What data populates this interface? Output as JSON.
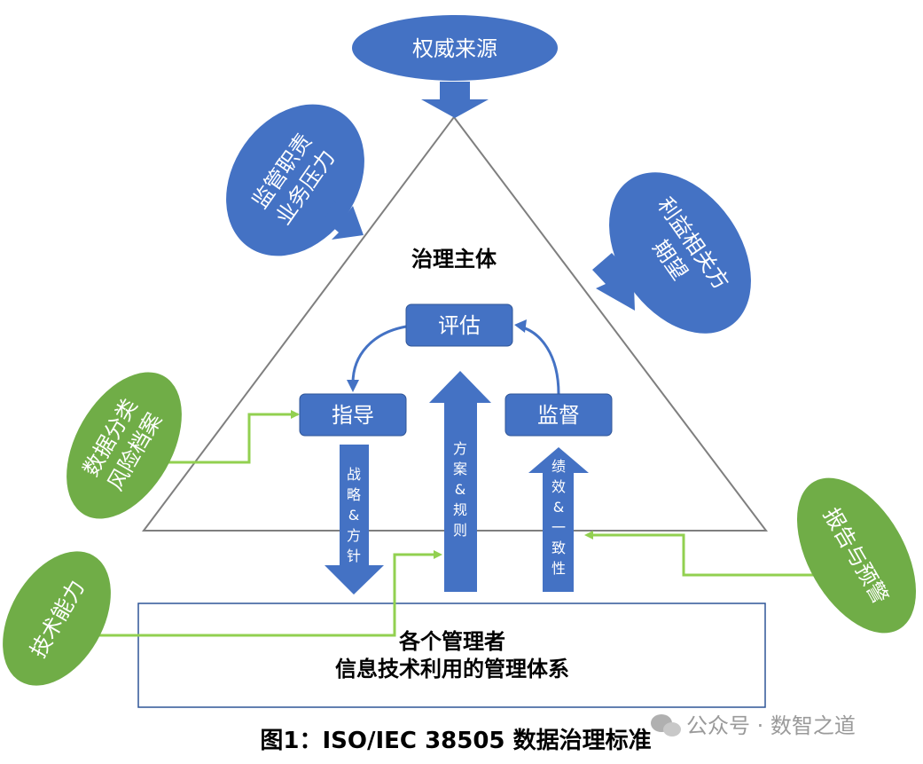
{
  "top_source": "权威来源",
  "left_pressure": [
    "监管职责",
    "业务压力"
  ],
  "right_expectation": [
    "利益相关方",
    "期望"
  ],
  "left_green_top": [
    "数据分类",
    "风险档案"
  ],
  "left_green_bottom": "技术能力",
  "right_green": "报告与预警",
  "governing_body": "治理主体",
  "boxes": {
    "evaluate": "评估",
    "direct": "指导",
    "monitor": "监督"
  },
  "arrows": {
    "strategy": [
      "战",
      "略",
      "&",
      "方",
      "针"
    ],
    "plans": [
      "方",
      "案",
      "&",
      "规",
      "则"
    ],
    "performance": [
      "绩",
      "效",
      "&",
      "一",
      "致",
      "性"
    ]
  },
  "managers": [
    "各个管理者",
    "信息技术利用的管理体系"
  ],
  "caption": "图1：ISO/IEC 38505 数据治理标准",
  "watermark": "公众号 · 数智之道",
  "colors": {
    "blue": "#4472C4",
    "green": "#70AD47",
    "green_line": "#92D050",
    "outline": "#2F5597",
    "triangle": "#7F7F7F"
  }
}
